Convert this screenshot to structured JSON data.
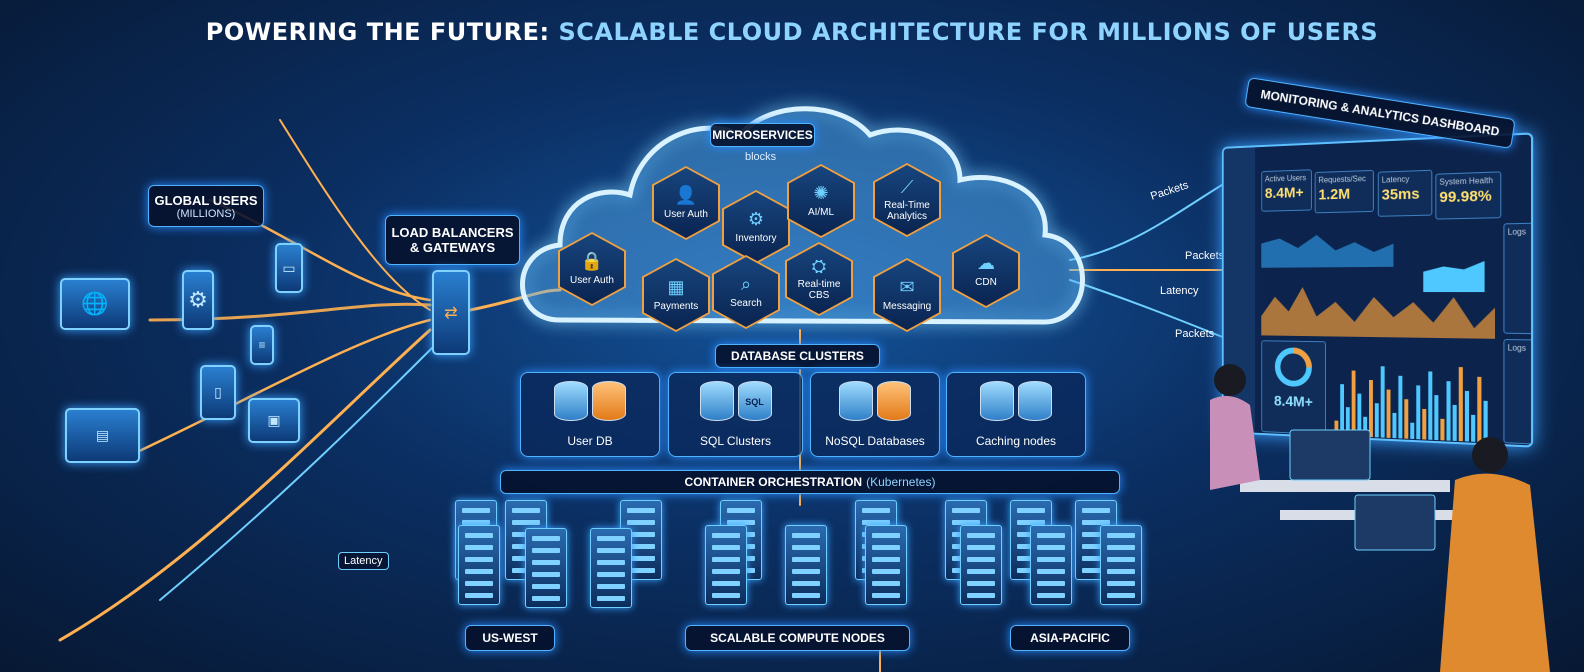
{
  "title": {
    "part1": "POWERING THE FUTURE:",
    "part2": "SCALABLE CLOUD ARCHITECTURE FOR MILLIONS OF USERS"
  },
  "labels": {
    "global_users": "GLOBAL USERS",
    "global_users_sub": "(MILLIONS)",
    "load_balancers": "LOAD BALANCERS",
    "gateways": "& GATEWAYS",
    "microservices": "MICROSERVICES",
    "blocks": "blocks",
    "database_clusters": "DATABASE CLUSTERS",
    "container": "CONTAINER ORCHESTRATION",
    "container_sub": "(Kubernetes)",
    "us_west": "US-WEST",
    "compute": "SCALABLE COMPUTE NODES",
    "asia": "ASIA-PACIFIC",
    "dashboard": "MONITORING & ANALYTICS DASHBOARD"
  },
  "microservices": [
    {
      "label": "User Auth",
      "icon": "user-icon",
      "glyph": "👤"
    },
    {
      "label": "Inventory",
      "icon": "gear-icon",
      "glyph": "⚙"
    },
    {
      "label": "AI/ML",
      "icon": "brain-icon",
      "glyph": "✺"
    },
    {
      "label": "Real-Time Analytics",
      "icon": "trend-icon",
      "glyph": "⟋"
    },
    {
      "label": "User Auth",
      "icon": "lock-icon",
      "glyph": "🔒"
    },
    {
      "label": "Payments",
      "icon": "box-icon",
      "glyph": "▦"
    },
    {
      "label": "Search",
      "icon": "search-icon",
      "glyph": "⌕"
    },
    {
      "label": "Real-time CBS",
      "icon": "network-icon",
      "glyph": "⛭"
    },
    {
      "label": "Messaging",
      "icon": "mail-icon",
      "glyph": "✉"
    },
    {
      "label": "CDN",
      "icon": "cloud-icon",
      "glyph": "☁"
    }
  ],
  "databases": [
    {
      "label": "User DB"
    },
    {
      "label": "SQL Clusters",
      "badge": "SQL"
    },
    {
      "label": "NoSQL Databases"
    },
    {
      "label": "Caching nodes"
    }
  ],
  "flow_tags": {
    "packets1": "Packets",
    "packets2": "Packets",
    "latency_right": "Latency",
    "packets3": "Packets",
    "latency_left": "Latency"
  },
  "dashboard": {
    "active_users_label": "Active Users",
    "active_users": "8.4M+",
    "rps_label": "Requests/Sec",
    "rps": "1.2M",
    "latency_label": "Latency",
    "latency": "35ms",
    "health_label": "System Health",
    "health": "99.98%",
    "legend1": "Logs",
    "legend2": "Logs",
    "donut_value": "8.4M+"
  },
  "colors": {
    "accent_orange": "#f0a040",
    "accent_blue": "#4fb3ff",
    "bg": "#0b2f63"
  }
}
